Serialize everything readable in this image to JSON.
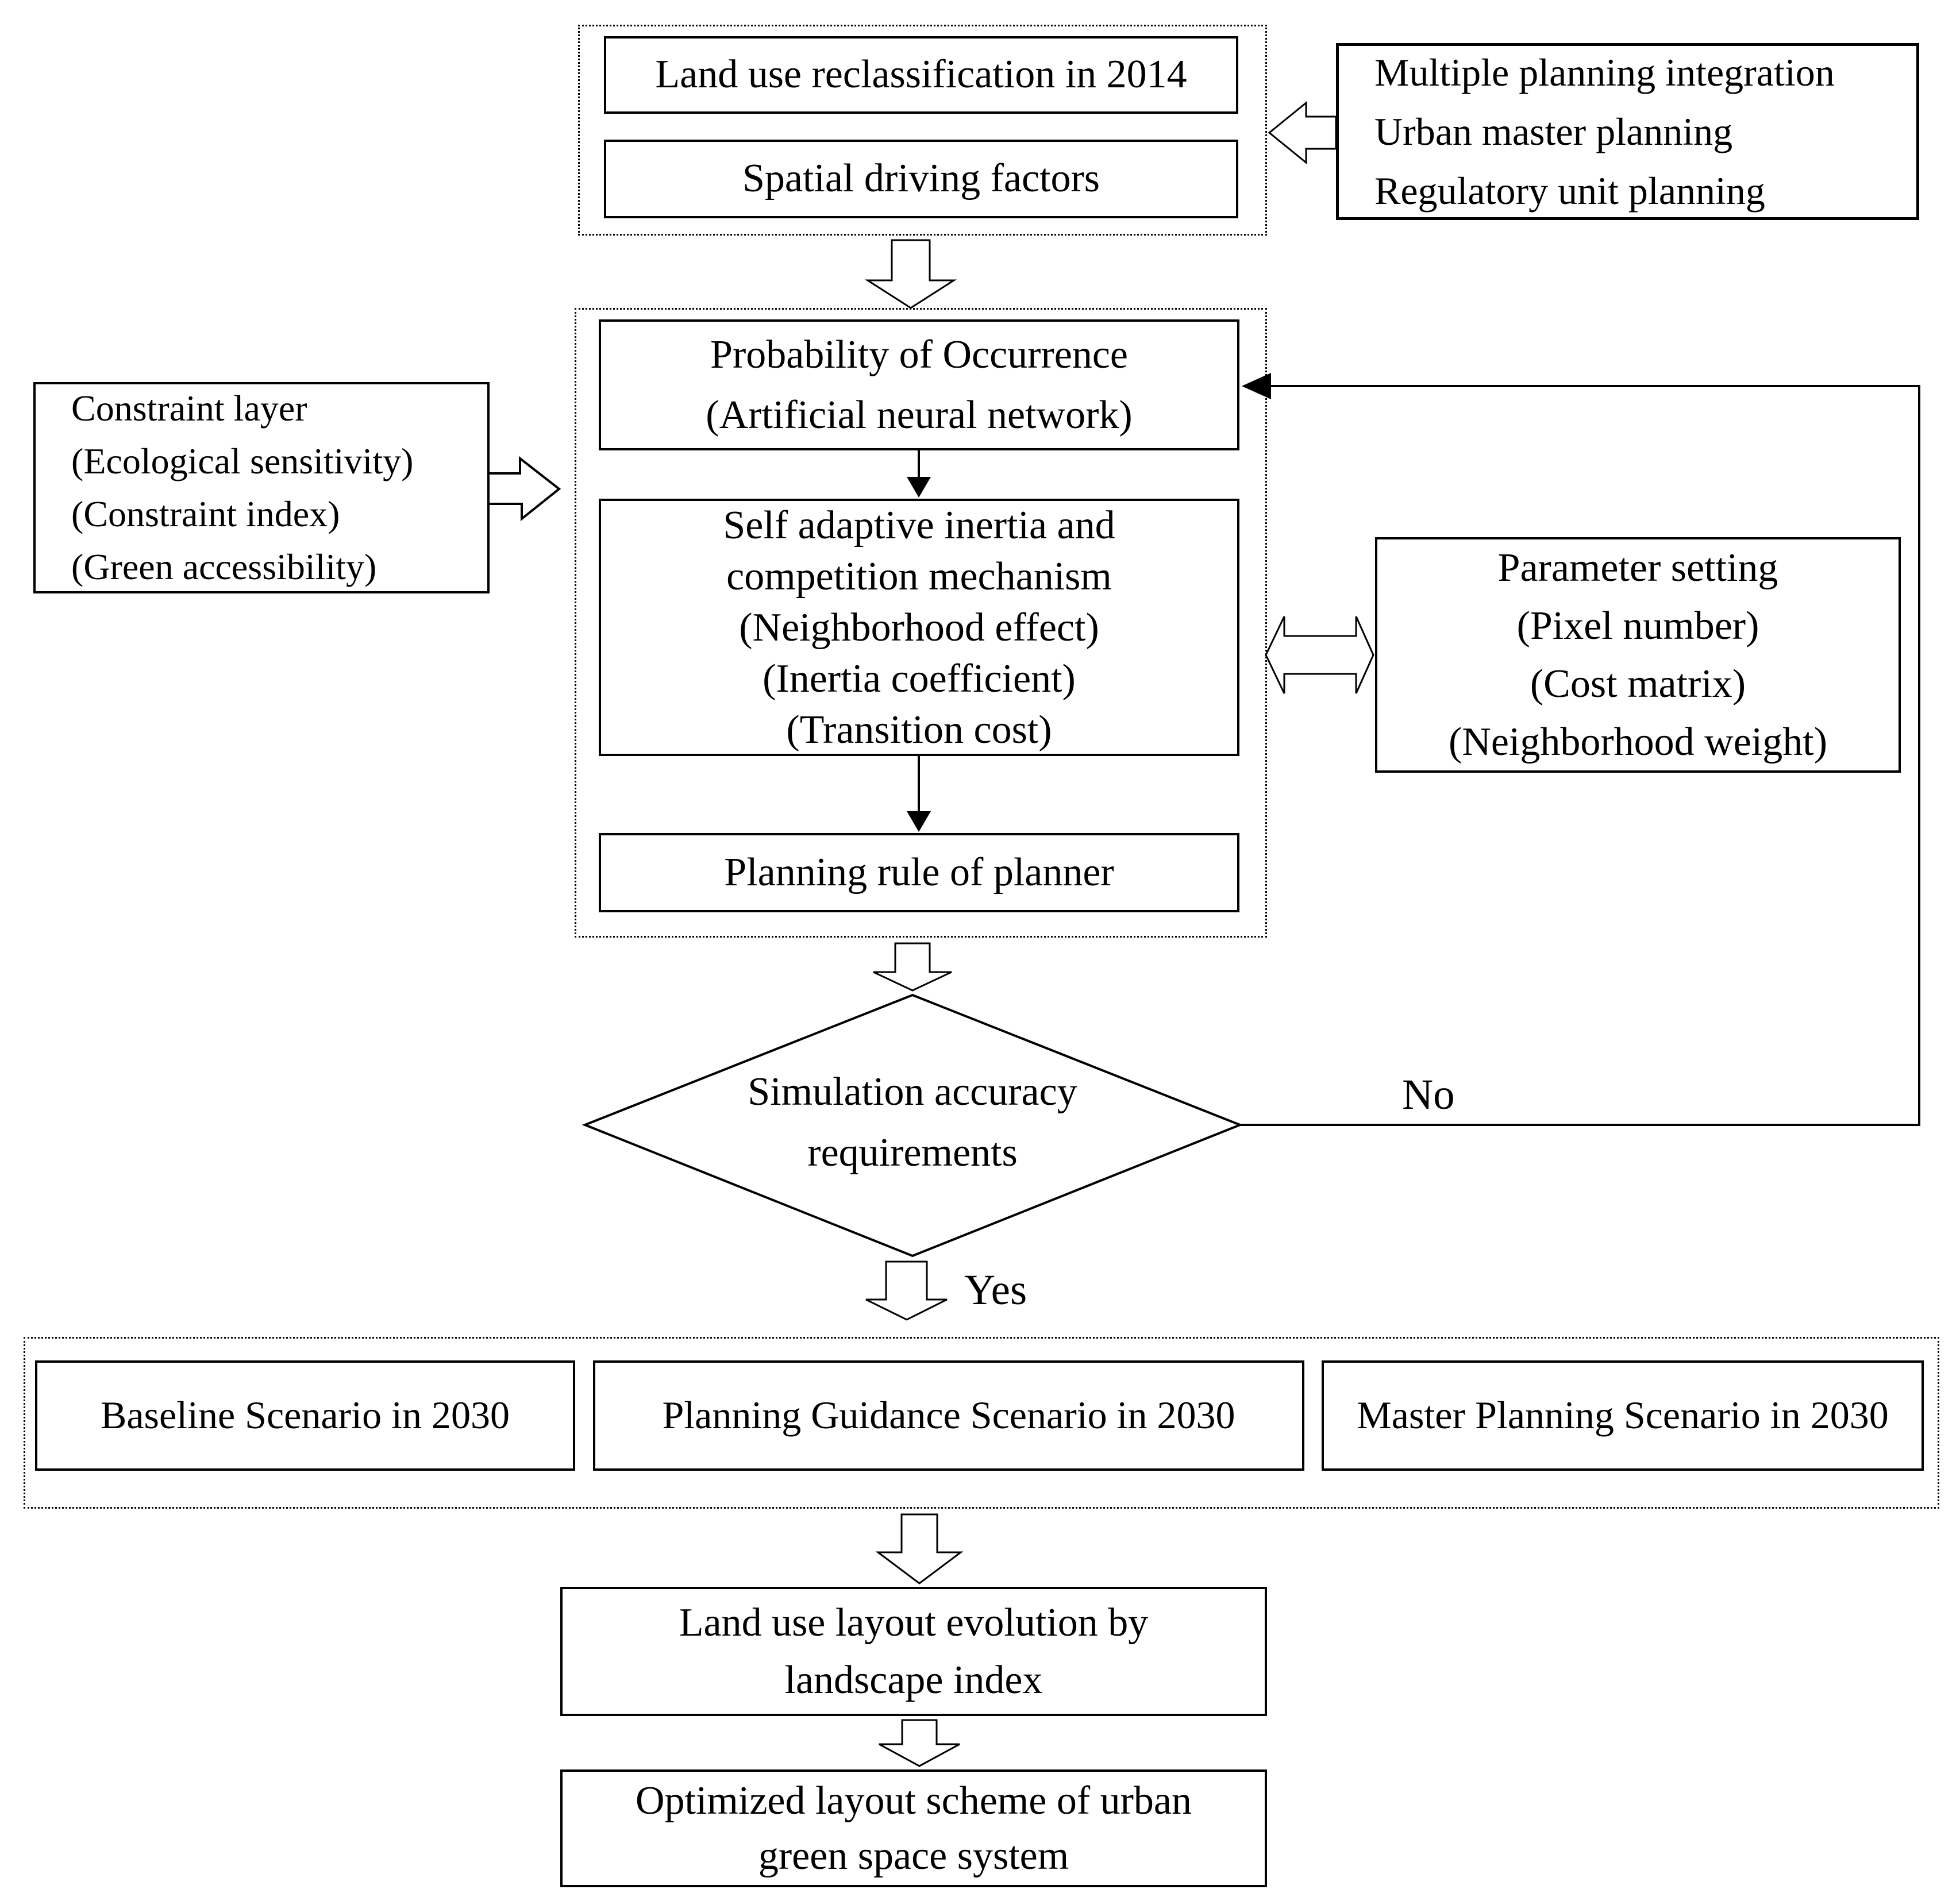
{
  "flow": {
    "inputs": {
      "land_use_reclass": "Land use reclassification in 2014",
      "spatial_driving": "Spatial driving factors"
    },
    "planning_sources": {
      "lines": [
        "Multiple planning integration",
        "Urban master planning",
        "Regulatory unit planning"
      ]
    },
    "constraint": {
      "lines": [
        "Constraint layer",
        "(Ecological sensitivity)",
        "(Constraint index)",
        "(Green accessibility)"
      ]
    },
    "model": {
      "probability": {
        "lines": [
          "Probability of Occurrence",
          "(Artificial neural network)"
        ]
      },
      "self_adaptive": {
        "lines": [
          "Self adaptive inertia and",
          "competition mechanism",
          "(Neighborhood effect)",
          "(Inertia coefficient)",
          "(Transition cost)"
        ]
      },
      "planning_rule": "Planning rule of planner"
    },
    "parameters": {
      "lines": [
        "Parameter setting",
        "(Pixel number)",
        "(Cost matrix)",
        "(Neighborhood weight)"
      ]
    },
    "decision": {
      "lines": [
        "Simulation accuracy",
        "requirements"
      ],
      "no_label": "No",
      "yes_label": "Yes"
    },
    "scenarios": {
      "baseline": "Baseline Scenario in 2030",
      "guidance": "Planning Guidance Scenario in 2030",
      "master": "Master Planning Scenario in 2030"
    },
    "evolution": {
      "lines": [
        "Land use layout evolution by",
        "landscape index"
      ]
    },
    "optimized": {
      "lines": [
        "Optimized layout scheme of urban",
        "green space system"
      ]
    },
    "colors": {
      "ink": "#000000",
      "background": "#ffffff"
    }
  }
}
